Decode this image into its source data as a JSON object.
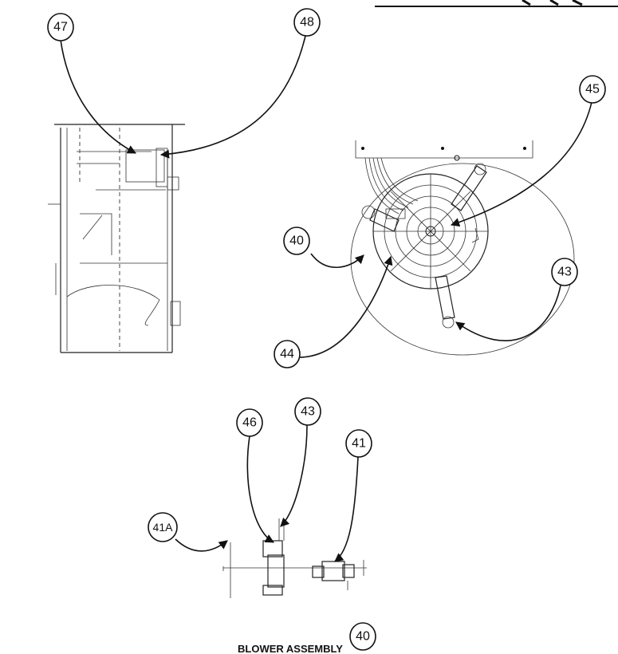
{
  "diagram": {
    "caption": "BLOWER ASSEMBLY",
    "callouts": [
      {
        "id": "c47",
        "label": "47"
      },
      {
        "id": "c48",
        "label": "48"
      },
      {
        "id": "c45",
        "label": "45"
      },
      {
        "id": "c40a",
        "label": "40"
      },
      {
        "id": "c43a",
        "label": "43"
      },
      {
        "id": "c44",
        "label": "44"
      },
      {
        "id": "c46",
        "label": "46"
      },
      {
        "id": "c43b",
        "label": "43"
      },
      {
        "id": "c41",
        "label": "41"
      },
      {
        "id": "c41a",
        "label": "41A"
      },
      {
        "id": "c40b",
        "label": "40"
      }
    ]
  }
}
